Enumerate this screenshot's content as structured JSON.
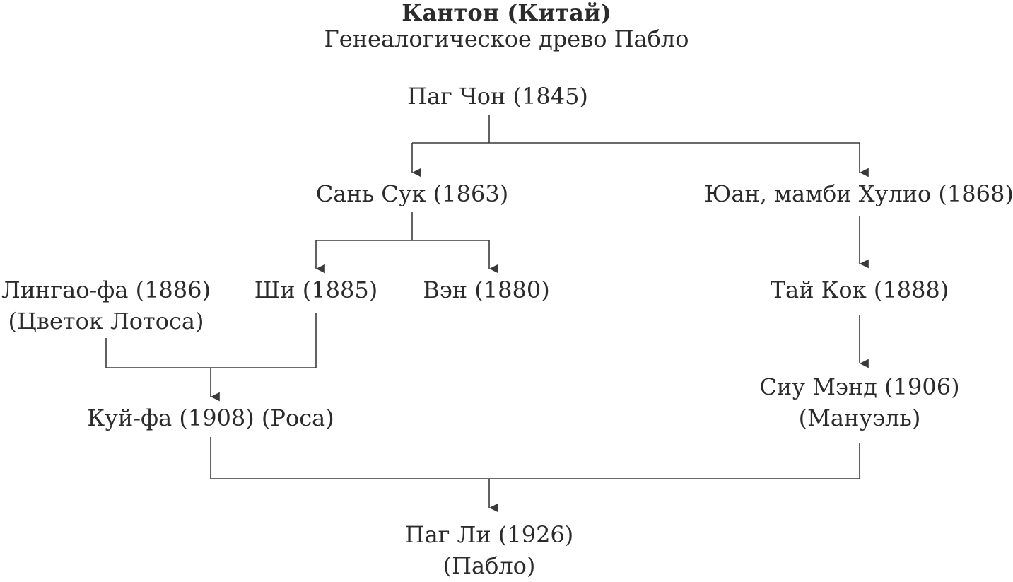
{
  "title": "Кантон (Китай)",
  "subtitle": "Генеалогическое древо Пабло",
  "colors": {
    "line": "#3a3a3a",
    "text": "#2b2b2b"
  },
  "nodes": {
    "pag_chon": {
      "line1": "Паг Чон (1845)"
    },
    "san_suk": {
      "line1": "Сань Сук (1863)"
    },
    "yuan": {
      "line1": "Юан, мамби Хулио (1868)"
    },
    "lingao": {
      "line1": "Лингао-фа (1886)",
      "line2": "(Цветок Лотоса)"
    },
    "shi": {
      "line1": "Ши (1885)"
    },
    "ven": {
      "line1": "Вэн (1880)"
    },
    "tai_kok": {
      "line1": "Тай Кок (1888)"
    },
    "kui": {
      "line1": "Куй-фа (1908) (Роса)"
    },
    "siu": {
      "line1": "Сиу Мэнд (1906)",
      "line2": "(Мануэль)"
    },
    "pag_li": {
      "line1": "Паг Ли (1926)",
      "line2": "(Пабло)"
    }
  }
}
